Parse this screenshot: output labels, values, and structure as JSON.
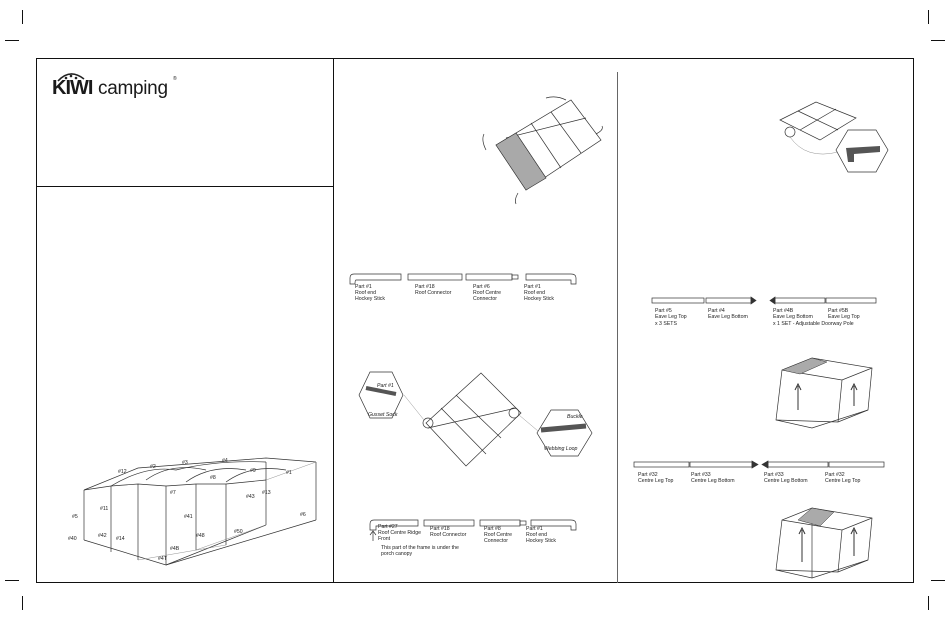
{
  "brand": {
    "logo_text": "KIWI camping",
    "registered": "®"
  },
  "frame_labels": [
    "#12",
    "#1",
    "#2",
    "#3",
    "#4",
    "#5",
    "#6",
    "#7",
    "#8",
    "#9",
    "#11",
    "#13",
    "#14",
    "#40",
    "#41",
    "#42",
    "#43",
    "#48",
    "#4B",
    "#4T",
    "#50"
  ],
  "section2": {
    "row1": [
      {
        "part": "Part #1",
        "name": "Roof end",
        "name2": "Hockey Stick"
      },
      {
        "part": "Part #18",
        "name": "Roof Connector",
        "name2": ""
      },
      {
        "part": "Part #6",
        "name": "Roof Centre",
        "name2": "Connector"
      },
      {
        "part": "Part #1",
        "name": "Roof end",
        "name2": "Hockey Stick"
      }
    ],
    "callouts": {
      "part1": "Part #1",
      "gusset": "Gusset Sock",
      "buckle": "Buckle",
      "webbing": "Webbing Loop"
    },
    "row2": [
      {
        "part": "Part #27",
        "name": "Roof Centre Ridge",
        "name2": "Front"
      },
      {
        "part": "Part #18",
        "name": "Roof Connector",
        "name2": ""
      },
      {
        "part": "Part #8",
        "name": "Roof Centre",
        "name2": "Connector"
      },
      {
        "part": "Part #1",
        "name": "Roof end",
        "name2": "Hockey Stick"
      }
    ],
    "note": "This part of the frame is under the",
    "note2": "porch canopy"
  },
  "section3": {
    "row1": [
      {
        "part": "Part #5",
        "name": "Eave Leg Top",
        "name2": "x 3 SETS"
      },
      {
        "part": "Part #4",
        "name": "Eave Leg Bottom",
        "name2": ""
      },
      {
        "part": "Part #4B",
        "name": "Eave Leg Bottom",
        "name2": "x 1 SET - Adjustable Doorway Pole"
      },
      {
        "part": "Part #5B",
        "name": "Eave Leg Top",
        "name2": ""
      }
    ],
    "row2": [
      {
        "part": "Part #32",
        "name": "Centre Leg Top"
      },
      {
        "part": "Part #33",
        "name": "Centre Leg Bottom"
      },
      {
        "part": "Part #33",
        "name": "Centre Leg Bottom"
      },
      {
        "part": "Part #32",
        "name": "Centre Leg Top"
      }
    ]
  }
}
